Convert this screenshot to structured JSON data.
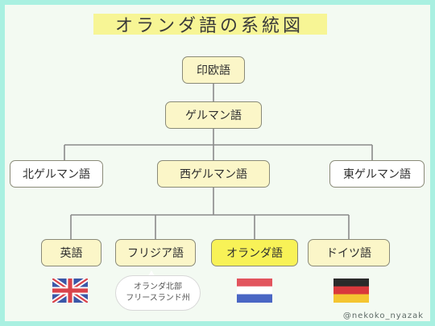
{
  "title": "オランダ語の系統図",
  "nodes": {
    "indo_european": "印欧語",
    "germanic": "ゲルマン語",
    "north_germanic": "北ゲルマン語",
    "west_germanic": "西ゲルマン語",
    "east_germanic": "東ゲルマン語",
    "english": "英語",
    "frisian": "フリジア語",
    "dutch": "オランダ語",
    "german": "ドイツ語"
  },
  "frisian_note": {
    "line1": "オランダ北部",
    "line2": "フリースランド州"
  },
  "flags": {
    "english": "uk-flag",
    "dutch": "netherlands-flag",
    "german": "germany-flag"
  },
  "colors": {
    "background": "#a9f0e1",
    "panel": "#f3faf2",
    "title_highlight": "#f7f595",
    "node_yellow": "#fbf6c8",
    "node_highlight": "#f8f257",
    "line": "#8a8a8a"
  },
  "credit": "@nekoko_nyazak"
}
